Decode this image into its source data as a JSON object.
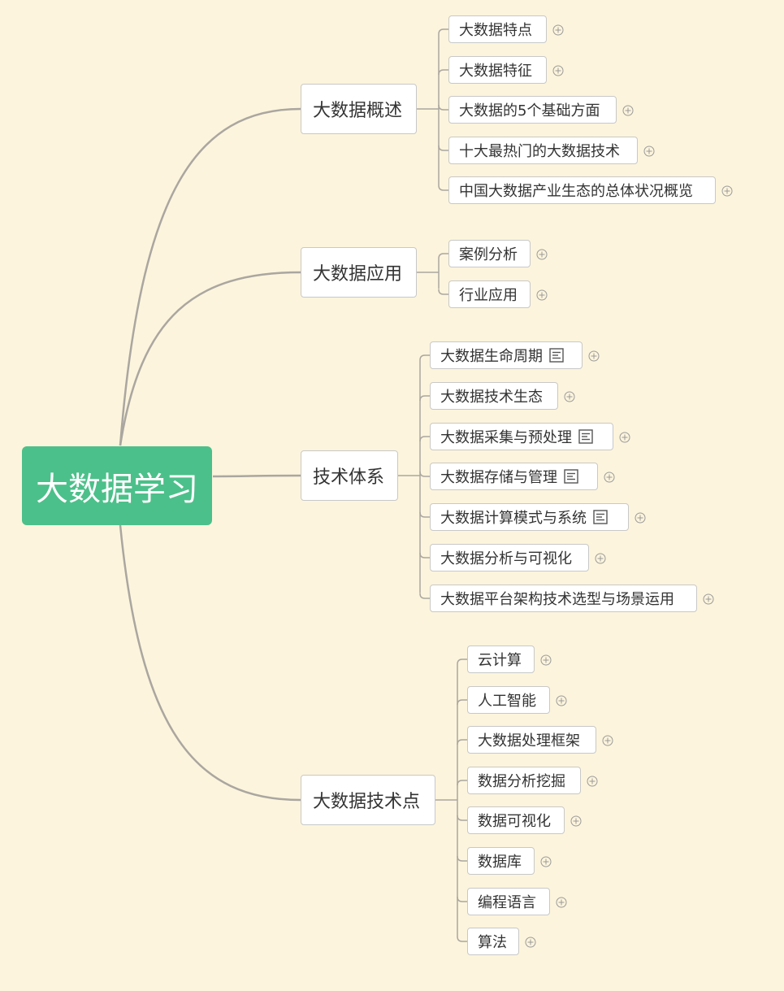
{
  "root": {
    "label": "大数据学习"
  },
  "colors": {
    "background": "#fcf4dc",
    "root_fill": "#4cc08a",
    "line": "#aaa6a0"
  },
  "branches": [
    {
      "label": "大数据概述",
      "children": [
        {
          "label": "大数据特点",
          "has_note": false
        },
        {
          "label": "大数据特征",
          "has_note": false
        },
        {
          "label": "大数据的5个基础方面",
          "has_note": false
        },
        {
          "label": "十大最热门的大数据技术",
          "has_note": false
        },
        {
          "label": "中国大数据产业生态的总体状况概览",
          "has_note": false
        }
      ]
    },
    {
      "label": "大数据应用",
      "children": [
        {
          "label": "案例分析",
          "has_note": false
        },
        {
          "label": "行业应用",
          "has_note": false
        }
      ]
    },
    {
      "label": "技术体系",
      "children": [
        {
          "label": "大数据生命周期",
          "has_note": true
        },
        {
          "label": "大数据技术生态",
          "has_note": false
        },
        {
          "label": "大数据采集与预处理",
          "has_note": true
        },
        {
          "label": "大数据存储与管理",
          "has_note": true
        },
        {
          "label": "大数据计算模式与系统",
          "has_note": true
        },
        {
          "label": "大数据分析与可视化",
          "has_note": false
        },
        {
          "label": "大数据平台架构技术选型与场景运用",
          "has_note": false
        }
      ]
    },
    {
      "label": "大数据技术点",
      "children": [
        {
          "label": "云计算",
          "has_note": false
        },
        {
          "label": "人工智能",
          "has_note": false
        },
        {
          "label": "大数据处理框架",
          "has_note": false
        },
        {
          "label": "数据分析挖掘",
          "has_note": false
        },
        {
          "label": "数据可视化",
          "has_note": false
        },
        {
          "label": "数据库",
          "has_note": false
        },
        {
          "label": "编程语言",
          "has_note": false
        },
        {
          "label": "算法",
          "has_note": false
        }
      ]
    }
  ]
}
